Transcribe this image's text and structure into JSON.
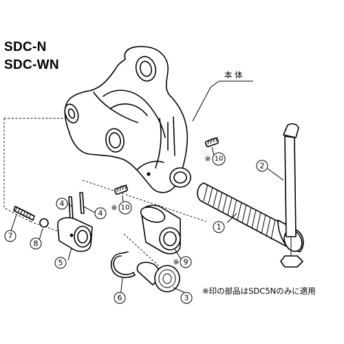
{
  "models": [
    "SDC-N",
    "SDC-WN"
  ],
  "body_label": "本 体",
  "callouts": {
    "c1": "1",
    "c2": "2",
    "c3": "3",
    "c4a": "4",
    "c4b": "4",
    "c5": "5",
    "c6": "6",
    "c7": "7",
    "c8": "8",
    "c9": "9",
    "c10a": "10",
    "c10b": "10"
  },
  "marks": {
    "m9": "※",
    "m10a": "※",
    "m10b": "※"
  },
  "note": "※印の部品はSDC5Nのみに適用"
}
